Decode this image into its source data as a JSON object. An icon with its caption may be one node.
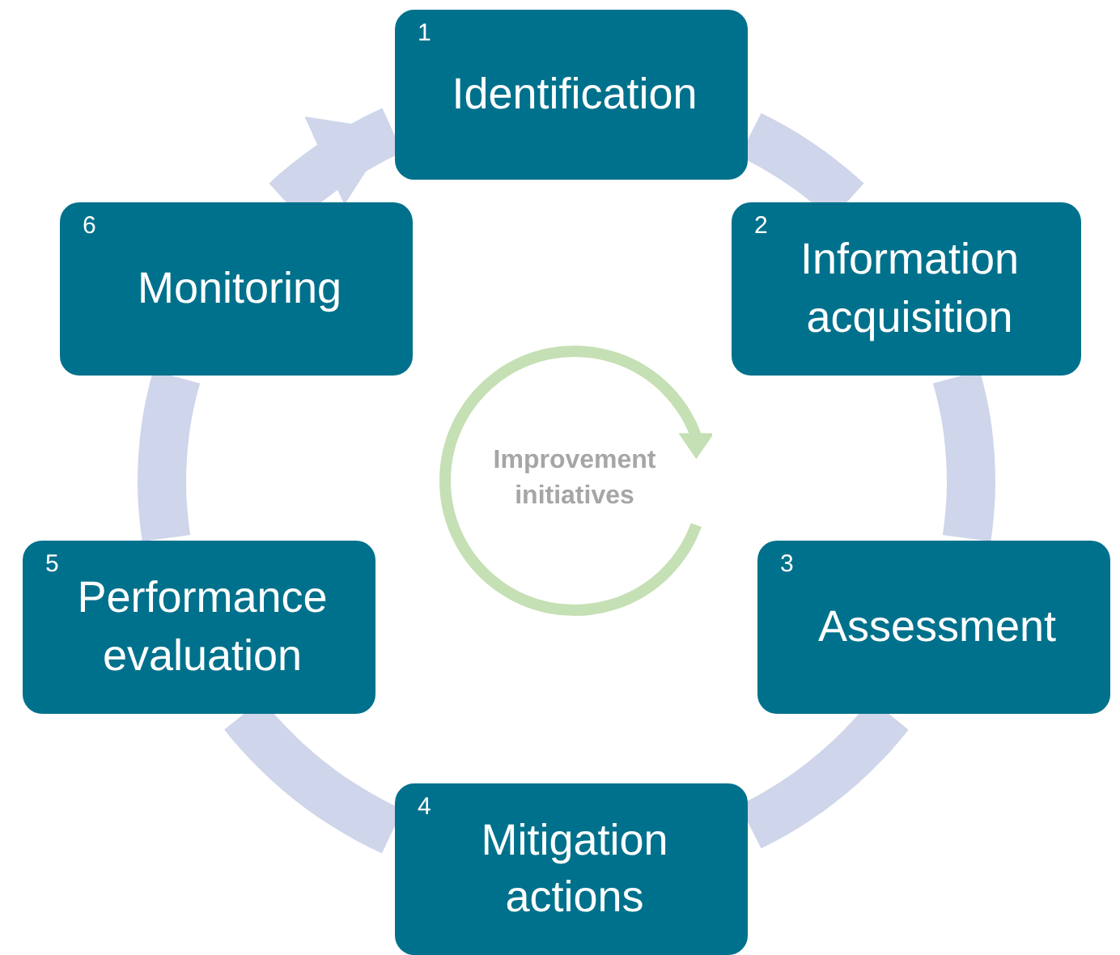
{
  "diagram": {
    "nodes": [
      {
        "text": [
          "1",
          "Identification"
        ]
      },
      {
        "text": [
          "2",
          "Information acquisition"
        ]
      },
      {
        "text": [
          "3",
          "Assessment"
        ]
      },
      {
        "text": [
          "4",
          "Mitigation actions"
        ]
      },
      {
        "text": [
          "5",
          "Performance evaluation"
        ]
      },
      {
        "text": [
          "6",
          "Monitoring"
        ]
      },
      {
        "text": [
          "Improvement initiatives"
        ]
      }
    ],
    "edges": [
      {
        "from": 0,
        "to": 1,
        "arrow": "none"
      },
      {
        "from": 1,
        "to": 2,
        "arrow": "none"
      },
      {
        "from": 2,
        "to": 3,
        "arrow": "none"
      },
      {
        "from": 3,
        "to": 4,
        "arrow": "none"
      },
      {
        "from": 4,
        "to": 5,
        "arrow": "none"
      },
      {
        "from": 5,
        "to": 0,
        "arrow": "to"
      }
    ]
  }
}
